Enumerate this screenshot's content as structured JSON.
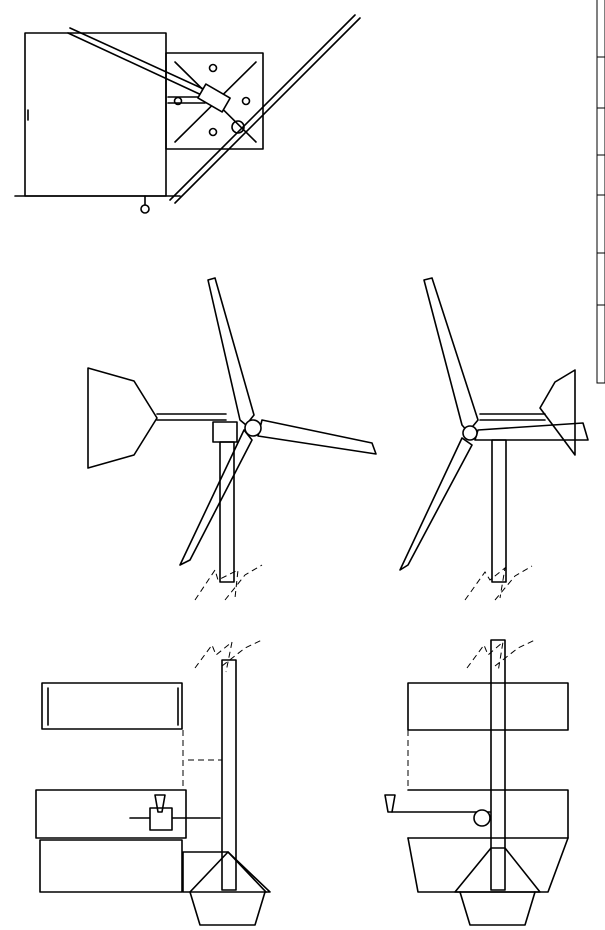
{
  "drawing": {
    "views": [
      {
        "id": "top-view"
      },
      {
        "id": "side-view-left"
      },
      {
        "id": "side-view-right"
      },
      {
        "id": "base-view-left"
      },
      {
        "id": "base-view-right"
      }
    ],
    "colors": {
      "line": "#000000",
      "background": "#ffffff"
    }
  }
}
